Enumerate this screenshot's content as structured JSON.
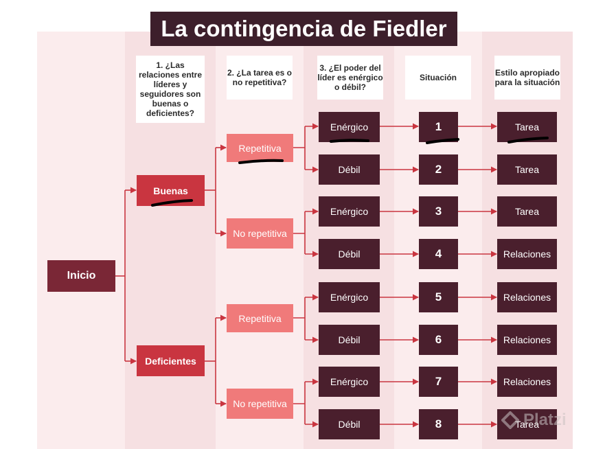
{
  "title": "La contingencia de Fiedler",
  "headers": {
    "q1": "1. ¿Las relaciones entre líderes y seguidores son buenas o deficientes?",
    "q2": "2. ¿La tarea es o no repetitiva?",
    "q3": "3. ¿El poder del líder es enérgico o débil?",
    "situacion": "Situación",
    "estilo": "Estilo apropiado para la situación"
  },
  "root": "Inicio",
  "relations": [
    "Buenas",
    "Deficientes"
  ],
  "tasks": [
    "Repetitiva",
    "No repetitiva",
    "Repetitiva",
    "No repetitiva"
  ],
  "power": [
    "Enérgico",
    "Débil",
    "Enérgico",
    "Débil",
    "Enérgico",
    "Débil",
    "Enérgico",
    "Débil"
  ],
  "situations": [
    "1",
    "2",
    "3",
    "4",
    "5",
    "6",
    "7",
    "8"
  ],
  "styles": [
    "Tarea",
    "Tarea",
    "Tarea",
    "Relaciones",
    "Relaciones",
    "Relaciones",
    "Relaciones",
    "Tarea"
  ],
  "watermark": "Platzi",
  "colors": {
    "dark": "#4a1f2d",
    "red": "#c93540",
    "pink": "#f07a7a",
    "inicio": "#7a2736",
    "line": "#c93540"
  }
}
